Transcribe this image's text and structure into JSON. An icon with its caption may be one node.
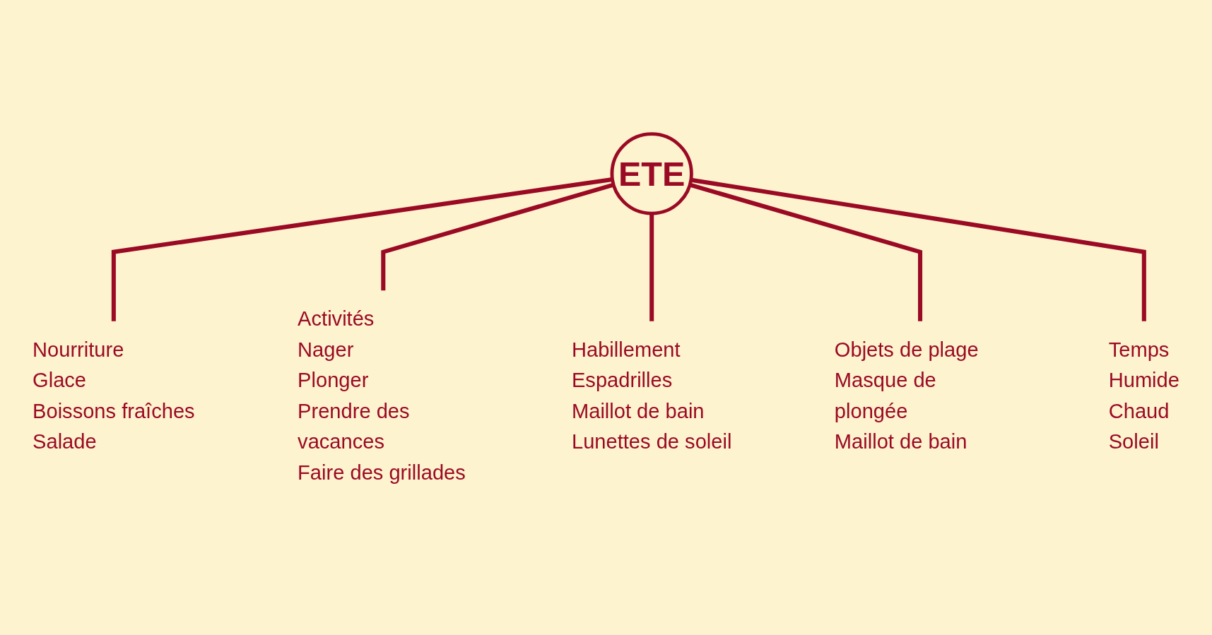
{
  "diagram": {
    "nodes": [
      {
        "text": [
          "ETE"
        ]
      },
      {
        "text": [
          "Nourriture",
          "Glace",
          "Boissons fraîches",
          "Salade"
        ]
      },
      {
        "text": [
          "Activités",
          "Nager",
          "Plonger",
          "Prendre des vacances",
          "Faire des grillades"
        ]
      },
      {
        "text": [
          "Habillement",
          "Espadrilles",
          "Maillot de bain",
          "Lunettes de soleil"
        ]
      },
      {
        "text": [
          "Objets de plage",
          "Masque de plongée",
          "Maillot de bain"
        ]
      },
      {
        "text": [
          "Temps",
          "Humide",
          "Chaud",
          "Soleil"
        ]
      }
    ],
    "edges": [
      {
        "from": 0,
        "to": 1,
        "arrow": "none"
      },
      {
        "from": 0,
        "to": 2,
        "arrow": "none"
      },
      {
        "from": 0,
        "to": 3,
        "arrow": "none"
      },
      {
        "from": 0,
        "to": 4,
        "arrow": "none"
      },
      {
        "from": 0,
        "to": 5,
        "arrow": "none"
      }
    ]
  }
}
